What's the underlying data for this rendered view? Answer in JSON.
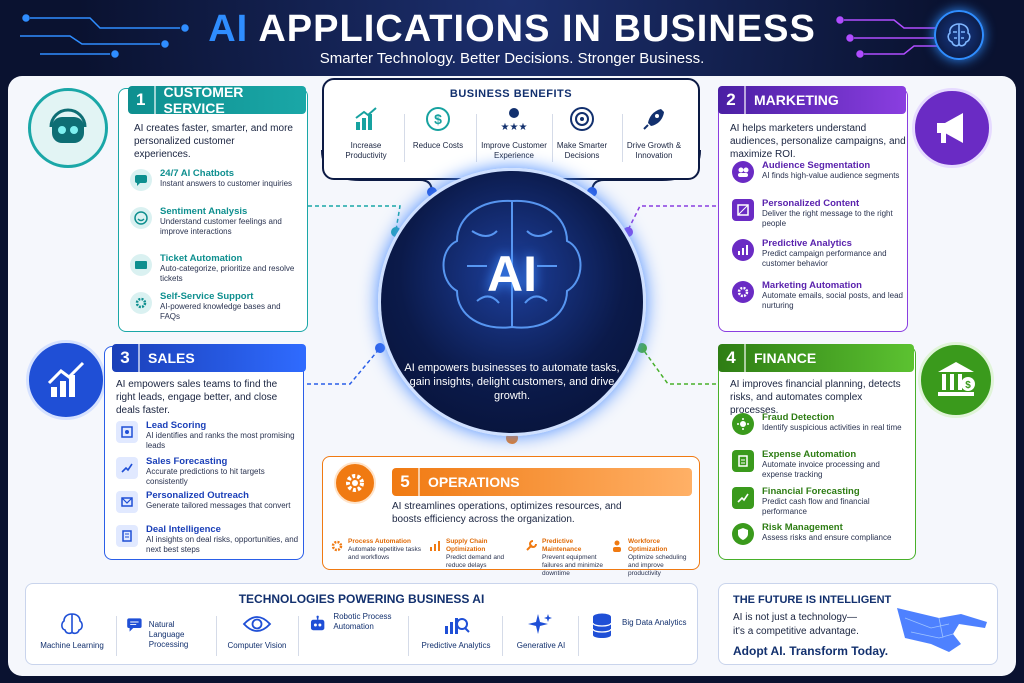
{
  "header": {
    "title_ai": "AI",
    "title_rest": "APPLICATIONS IN BUSINESS",
    "subtitle": "Smarter Technology. Better Decisions. Stronger Business."
  },
  "benefits": {
    "title": "BUSINESS BENEFITS",
    "items": [
      {
        "label": "Increase Productivity",
        "icon": "growth-chart-icon"
      },
      {
        "label": "Reduce Costs",
        "icon": "dollar-icon"
      },
      {
        "label": "Improve Customer Experience",
        "icon": "customer-stars-icon"
      },
      {
        "label": "Make Smarter Decisions",
        "icon": "target-icon"
      },
      {
        "label": "Drive Growth & Innovation",
        "icon": "rocket-icon"
      }
    ]
  },
  "center": {
    "ai": "AI",
    "text": "AI empowers businesses to automate tasks, gain insights, delight customers, and drive growth."
  },
  "customer_service": {
    "num": "1",
    "title": "CUSTOMER SERVICE",
    "color": "#0e8f8f",
    "intro": "AI creates faster, smarter, and more personalized customer experiences.",
    "items": [
      {
        "title": "24/7 AI Chatbots",
        "desc": "Instant answers to customer inquiries"
      },
      {
        "title": "Sentiment Analysis",
        "desc": "Understand customer feelings and improve interactions"
      },
      {
        "title": "Ticket Automation",
        "desc": "Auto-categorize, prioritize and resolve tickets"
      },
      {
        "title": "Self-Service Support",
        "desc": "AI-powered knowledge bases and FAQs"
      }
    ]
  },
  "marketing": {
    "num": "2",
    "title": "MARKETING",
    "color": "#6a2bc4",
    "intro": "AI helps marketers understand audiences, personalize campaigns, and maximize ROI.",
    "items": [
      {
        "title": "Audience Segmentation",
        "desc": "AI finds high-value audience segments"
      },
      {
        "title": "Personalized Content",
        "desc": "Deliver the right message to the right people"
      },
      {
        "title": "Predictive Analytics",
        "desc": "Predict campaign performance and customer behavior"
      },
      {
        "title": "Marketing Automation",
        "desc": "Automate emails, social posts, and lead nurturing"
      }
    ]
  },
  "sales": {
    "num": "3",
    "title": "SALES",
    "color": "#1f4fd6",
    "intro": "AI empowers sales teams to find the right leads, engage better, and close deals faster.",
    "items": [
      {
        "title": "Lead Scoring",
        "desc": "AI identifies and ranks the most promising leads"
      },
      {
        "title": "Sales Forecasting",
        "desc": "Accurate predictions to hit targets consistently"
      },
      {
        "title": "Personalized Outreach",
        "desc": "Generate tailored messages that convert"
      },
      {
        "title": "Deal Intelligence",
        "desc": "AI insights on deal risks, opportunities, and next best steps"
      }
    ]
  },
  "finance": {
    "num": "4",
    "title": "FINANCE",
    "color": "#3a9a1c",
    "intro": "AI improves financial planning, detects risks, and automates complex processes.",
    "items": [
      {
        "title": "Fraud Detection",
        "desc": "Identify suspicious activities in real time"
      },
      {
        "title": "Expense Automation",
        "desc": "Automate invoice processing and expense tracking"
      },
      {
        "title": "Financial Forecasting",
        "desc": "Predict cash flow and financial performance"
      },
      {
        "title": "Risk Management",
        "desc": "Assess risks and ensure compliance"
      }
    ]
  },
  "operations": {
    "num": "5",
    "title": "OPERATIONS",
    "color": "#f07a12",
    "intro": "AI streamlines operations, optimizes resources, and boosts efficiency across the organization.",
    "items": [
      {
        "title": "Process Automation",
        "desc": "Automate repetitive tasks and workflows"
      },
      {
        "title": "Supply Chain Optimization",
        "desc": "Predict demand and reduce delays"
      },
      {
        "title": "Predictive Maintenance",
        "desc": "Prevent equipment failures and minimize downtime"
      },
      {
        "title": "Workforce Optimization",
        "desc": "Optimize scheduling and improve productivity"
      }
    ]
  },
  "technologies": {
    "title": "TECHNOLOGIES POWERING BUSINESS AI",
    "items": [
      {
        "label": "Machine Learning",
        "icon": "brain-icon"
      },
      {
        "label": "Natural Language Processing",
        "icon": "chat-icon"
      },
      {
        "label": "Computer Vision",
        "icon": "eye-icon"
      },
      {
        "label": "Robotic Process Automation",
        "icon": "robot-icon"
      },
      {
        "label": "Predictive Analytics",
        "icon": "analytics-icon"
      },
      {
        "label": "Generative AI",
        "icon": "sparkle-icon"
      },
      {
        "label": "Big Data Analytics",
        "icon": "database-icon"
      }
    ]
  },
  "future": {
    "title": "THE FUTURE IS INTELLIGENT",
    "line1": "AI is not just a technology—",
    "line2": "it's a competitive advantage.",
    "cta": "Adopt AI. Transform Today."
  }
}
